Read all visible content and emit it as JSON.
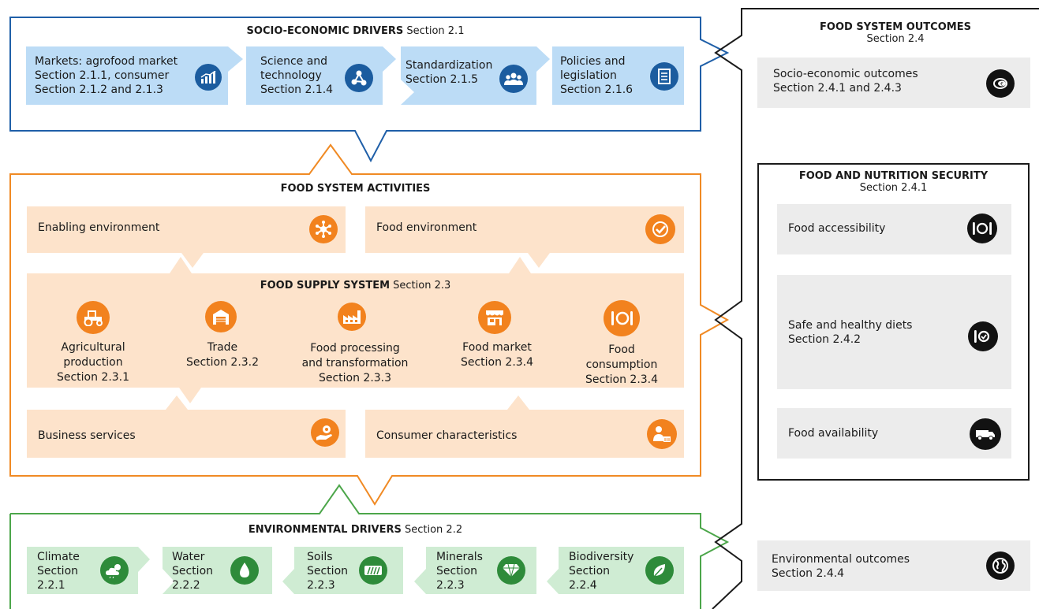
{
  "socio": {
    "title_bold": "SOCIO-ECONOMIC DRIVERS",
    "title_section": "Section 2.1",
    "cards": [
      {
        "text": "Markets: agrofood market\nSection 2.1.1, consumer\nSection 2.1.2 and 2.1.3",
        "icon": "bar-chart-icon"
      },
      {
        "text": "Science and\ntechnology\nSection 2.1.4",
        "icon": "network-icon"
      },
      {
        "text": "Standardization\nSection 2.1.5",
        "icon": "people-group-icon"
      },
      {
        "text": "Policies and\nlegislation\nSection 2.1.6",
        "icon": "document-icon"
      }
    ]
  },
  "activities": {
    "title": "FOOD SYSTEM ACTIVITIES",
    "enabling": "Enabling environment",
    "food_env": "Food environment",
    "supply_title_bold": "FOOD SUPPLY SYSTEM",
    "supply_title_section": "Section 2.3",
    "supply": [
      {
        "text": "Agricultural\nproduction\nSection 2.3.1",
        "icon": "tractor-icon"
      },
      {
        "text": "Trade\nSection 2.3.2",
        "icon": "warehouse-icon"
      },
      {
        "text": "Food processing\nand transformation\nSection 2.3.3",
        "icon": "factory-icon"
      },
      {
        "text": "Food market\nSection 2.3.4",
        "icon": "market-stall-icon"
      },
      {
        "text": "Food\nconsumption\nSection 2.3.4",
        "icon": "plate-cutlery-icon"
      }
    ],
    "business": "Business services",
    "consumer": "Consumer characteristics"
  },
  "env": {
    "title_bold": "ENVIRONMENTAL DRIVERS",
    "title_section": "Section 2.2",
    "cards": [
      {
        "text": "Climate\nSection\n2.2.1",
        "icon": "cloud-sun-icon"
      },
      {
        "text": "Water\nSection\n2.2.2",
        "icon": "water-drop-icon"
      },
      {
        "text": "Soils\nSection\n2.2.3",
        "icon": "soil-field-icon"
      },
      {
        "text": "Minerals\nSection\n2.2.3",
        "icon": "diamond-icon"
      },
      {
        "text": "Biodiversity\nSection\n2.2.4",
        "icon": "leaf-icon"
      }
    ]
  },
  "outcomes": {
    "title_bold": "FOOD SYSTEM OUTCOMES",
    "title_section": "Section 2.4",
    "socio": "Socio-economic outcomes\nSection 2.4.1 and 2.4.3",
    "fns_title_bold": "FOOD AND NUTRITION SECURITY",
    "fns_title_section": "Section 2.4.1",
    "accessibility": "Food accessibility",
    "diets": "Safe and healthy diets\nSection 2.4.2",
    "availability": "Food availability",
    "environmental": "Environmental outcomes\nSection 2.4.4"
  },
  "colors": {
    "socio_border": "#1f5fa8",
    "activities_border": "#f08a24",
    "env_border": "#4ca64a",
    "outcomes_border": "#1a1a1a"
  }
}
